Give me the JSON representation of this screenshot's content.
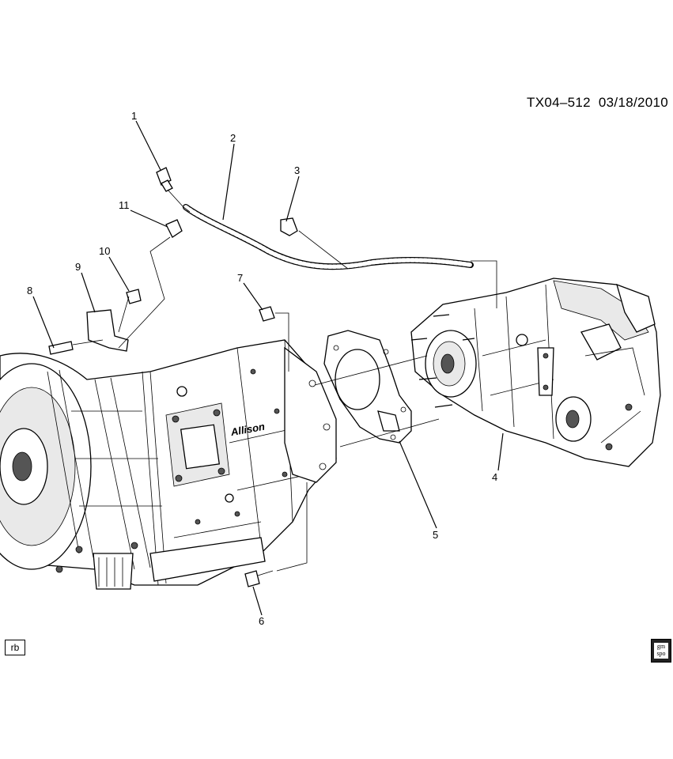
{
  "header": {
    "text": "TX04–512  03/18/2010"
  },
  "footer": {
    "rb_label": "rb",
    "logo_text_1": "gm",
    "logo_text_2": "spo"
  },
  "transmission_label": "Allison",
  "callouts": [
    {
      "id": "1",
      "label": "1"
    },
    {
      "id": "2",
      "label": "2"
    },
    {
      "id": "3",
      "label": "3"
    },
    {
      "id": "4",
      "label": "4"
    },
    {
      "id": "5",
      "label": "5"
    },
    {
      "id": "6",
      "label": "6"
    },
    {
      "id": "7",
      "label": "7"
    },
    {
      "id": "8",
      "label": "8"
    },
    {
      "id": "9",
      "label": "9"
    },
    {
      "id": "10",
      "label": "10"
    },
    {
      "id": "11",
      "label": "11"
    }
  ]
}
